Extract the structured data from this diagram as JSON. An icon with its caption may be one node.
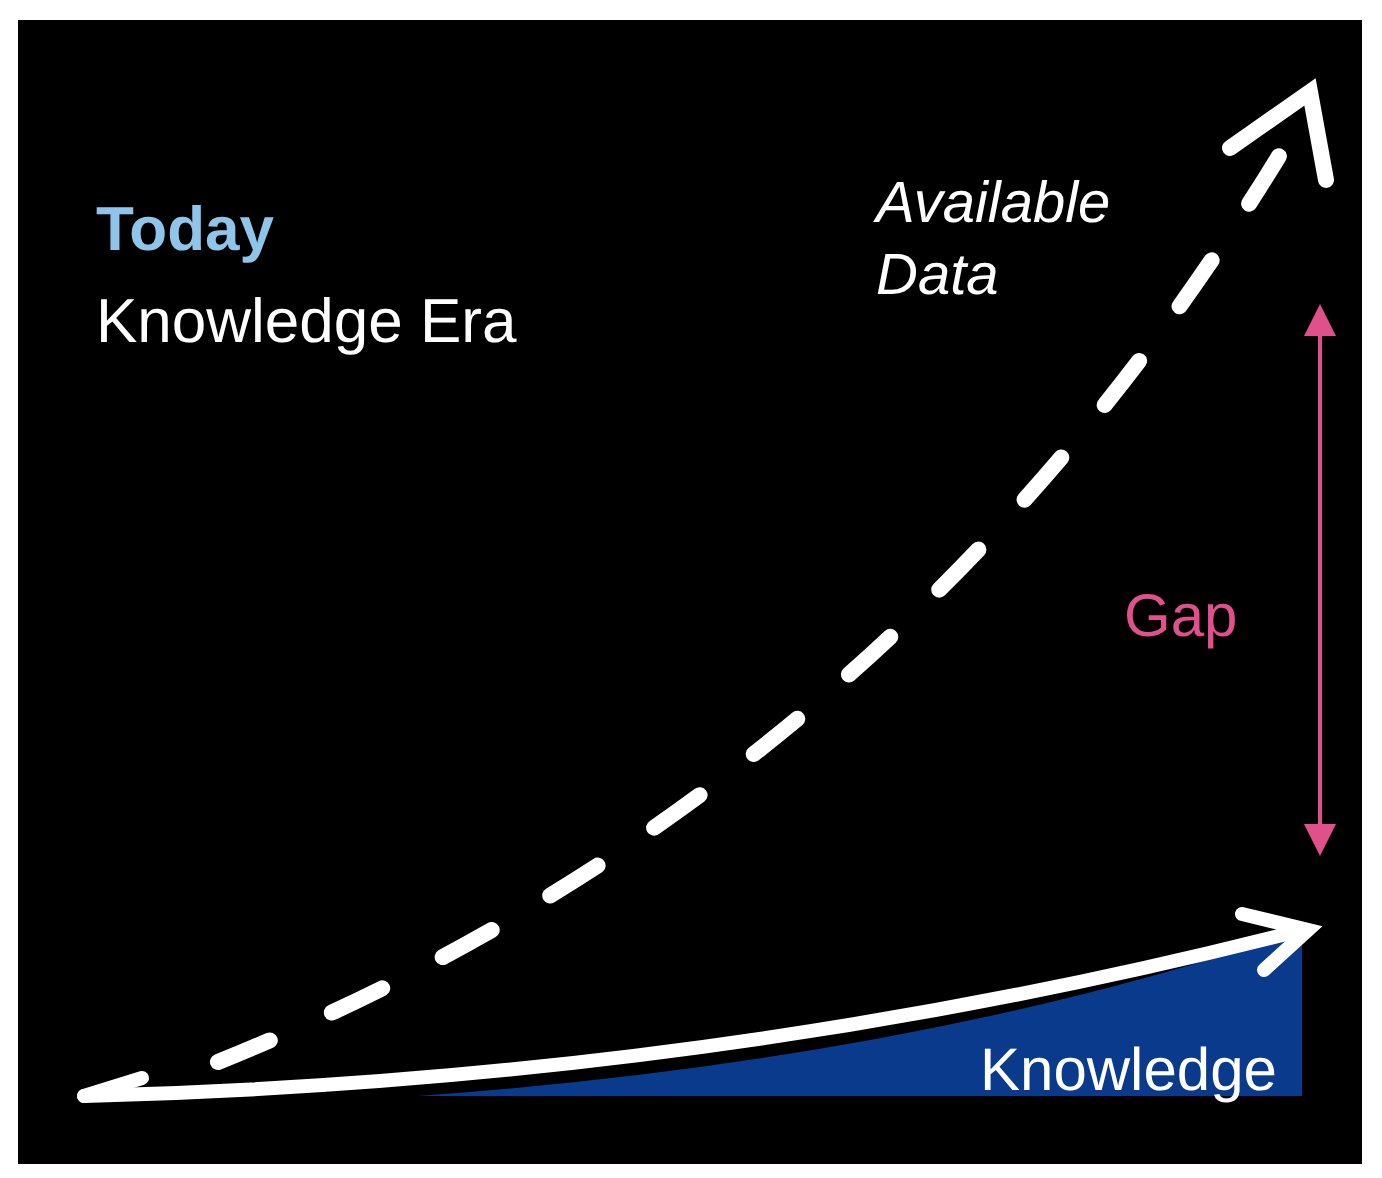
{
  "diagram": {
    "labels": [
      "Today",
      "Knowledge Era",
      "Available Data",
      "Gap",
      "Knowledge"
    ]
  }
}
